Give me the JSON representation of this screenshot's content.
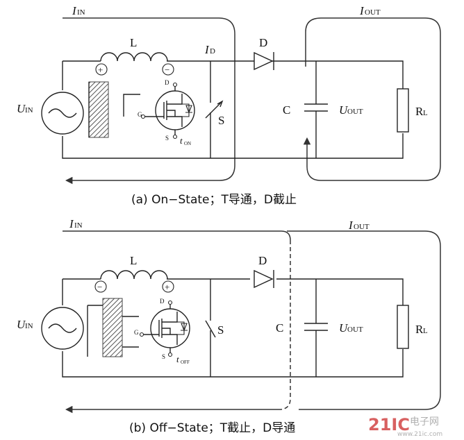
{
  "panel_a": {
    "caption": "(a) On−State；T导通，D截止",
    "i_in": "I",
    "i_in_sub": "IN",
    "i_out": "I",
    "i_out_sub": "OUT",
    "i_d": "I",
    "i_d_sub": "D",
    "u_in": "U",
    "u_in_sub": "IN",
    "u_out": "U",
    "u_out_sub": "OUT",
    "inductor": "L",
    "diode": "D",
    "capacitor": "C",
    "switch": "S",
    "load": "R",
    "load_sub": "L",
    "plus": "+",
    "minus": "−",
    "mos_d": "D",
    "mos_g": "G",
    "mos_s": "S",
    "t": "t",
    "t_sub": "ON"
  },
  "panel_b": {
    "caption": "(b) Off−State；T截止，D导通",
    "i_in": "I",
    "i_in_sub": "IN",
    "i_out": "I",
    "i_out_sub": "OUT",
    "u_in": "U",
    "u_in_sub": "IN",
    "u_out": "U",
    "u_out_sub": "OUT",
    "inductor": "L",
    "diode": "D",
    "capacitor": "C",
    "switch": "S",
    "load": "R",
    "load_sub": "L",
    "plus": "+",
    "minus": "−",
    "mos_d": "D",
    "mos_g": "G",
    "mos_s": "S",
    "t": "t",
    "t_sub": "OFF"
  },
  "watermark": {
    "brand": "21IC",
    "site_cn": "电子网",
    "site_url": "www.21ic.com"
  }
}
